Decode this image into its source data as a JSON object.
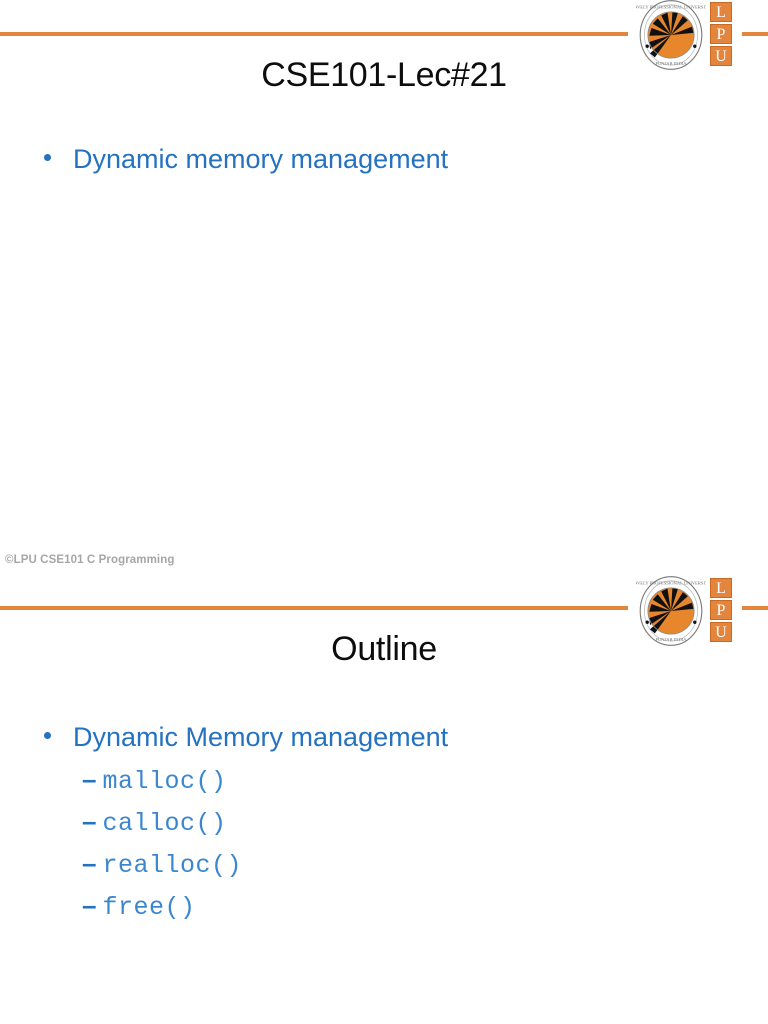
{
  "document": {
    "background_color": "#ffffff",
    "accent_color": "#E3853C",
    "text_color": "#0D0D0D",
    "bullet_color": "#2472C0",
    "code_color": "#3B87CF",
    "footer_color": "#A6A6A6"
  },
  "logo": {
    "name": "LPU",
    "letters": [
      "L",
      "P",
      "U"
    ],
    "emblem_label": "lpu-crest"
  },
  "slides": [
    {
      "title": "CSE101-Lec#21",
      "bullets": [
        {
          "text": "Dynamic memory management",
          "sub_items": []
        }
      ],
      "footer": "©LPU CSE101 C Programming"
    },
    {
      "title": "Outline",
      "bullets": [
        {
          "text": "Dynamic Memory management",
          "sub_items": [
            "malloc()",
            "calloc()",
            "realloc()",
            "free()"
          ]
        }
      ],
      "footer": ""
    }
  ],
  "markers": {
    "sub_dash": "–"
  }
}
